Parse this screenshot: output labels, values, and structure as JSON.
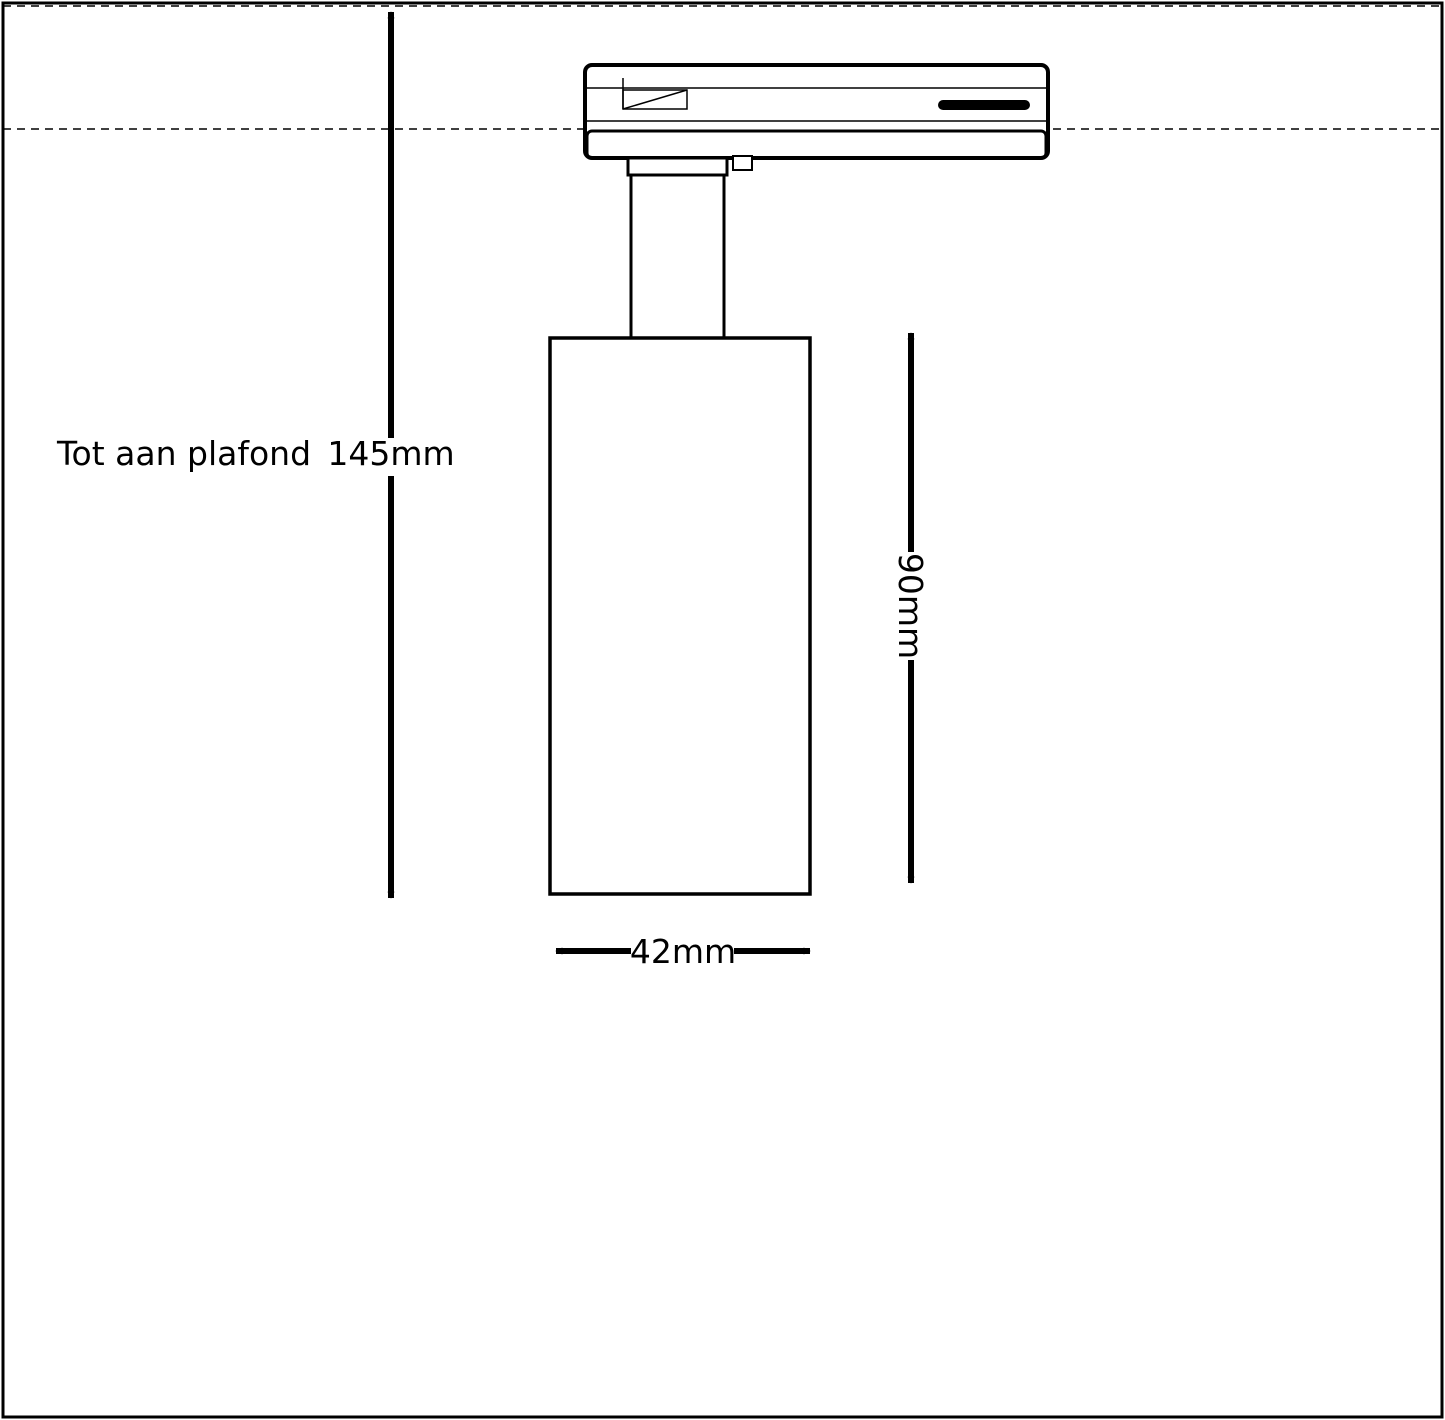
{
  "diagram": {
    "labels": {
      "ceiling_note": "Tot aan plafond",
      "total_height": "145mm",
      "body_height": "90mm",
      "body_width": "42mm"
    },
    "colors": {
      "stroke": "#000000",
      "background": "#ffffff"
    }
  }
}
